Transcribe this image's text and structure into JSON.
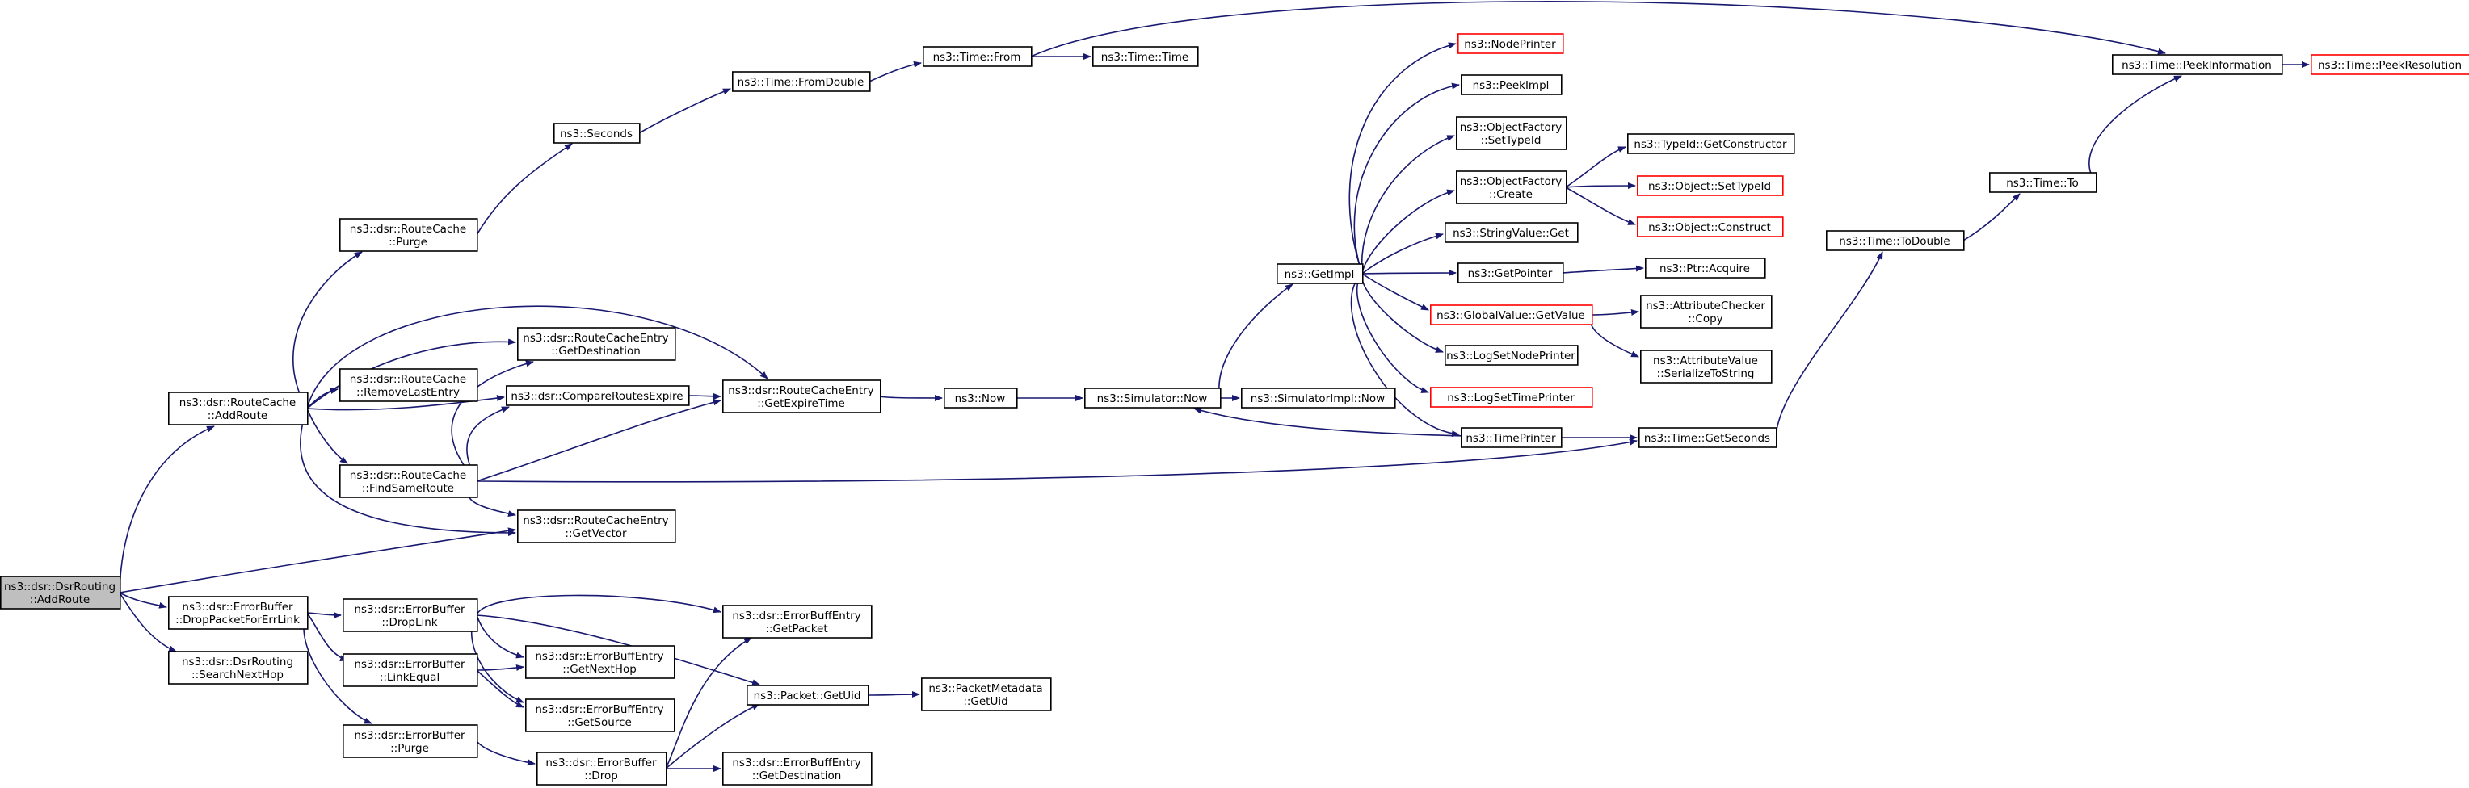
{
  "colors": {
    "edge": "#191970",
    "root_fill": "#bfbfbf",
    "truncated_border": "#ff0000",
    "node_border": "#000000"
  },
  "nodes": [
    {
      "id": "addroute_dsr",
      "lines": [
        "ns3::dsr::DsrRouting",
        "::AddRoute"
      ],
      "root": true
    },
    {
      "id": "rc_addroute",
      "lines": [
        "ns3::dsr::RouteCache",
        "::AddRoute"
      ]
    },
    {
      "id": "eb_dropforerr",
      "lines": [
        "ns3::dsr::ErrorBuffer",
        "::DropPacketForErrLink"
      ]
    },
    {
      "id": "searchnexthop",
      "lines": [
        "ns3::dsr::DsrRouting",
        "::SearchNextHop"
      ]
    },
    {
      "id": "rc_purge",
      "lines": [
        "ns3::dsr::RouteCache",
        "::Purge"
      ]
    },
    {
      "id": "rc_removelast",
      "lines": [
        "ns3::dsr::RouteCache",
        "::RemoveLastEntry"
      ]
    },
    {
      "id": "rc_findsame",
      "lines": [
        "ns3::dsr::RouteCache",
        "::FindSameRoute"
      ]
    },
    {
      "id": "rce_getdest",
      "lines": [
        "ns3::dsr::RouteCacheEntry",
        "::GetDestination"
      ]
    },
    {
      "id": "compare",
      "lines": [
        "ns3::dsr::CompareRoutesExpire"
      ]
    },
    {
      "id": "rce_getvector",
      "lines": [
        "ns3::dsr::RouteCacheEntry",
        "::GetVector"
      ]
    },
    {
      "id": "rce_getexpire",
      "lines": [
        "ns3::dsr::RouteCacheEntry",
        "::GetExpireTime"
      ]
    },
    {
      "id": "seconds",
      "lines": [
        "ns3::Seconds"
      ]
    },
    {
      "id": "fromdouble",
      "lines": [
        "ns3::Time::FromDouble"
      ]
    },
    {
      "id": "time_from",
      "lines": [
        "ns3::Time::From"
      ]
    },
    {
      "id": "time_time",
      "lines": [
        "ns3::Time::Time"
      ]
    },
    {
      "id": "now",
      "lines": [
        "ns3::Now"
      ]
    },
    {
      "id": "sim_now",
      "lines": [
        "ns3::Simulator::Now"
      ]
    },
    {
      "id": "simimpl_now",
      "lines": [
        "ns3::SimulatorImpl::Now"
      ]
    },
    {
      "id": "getimpl",
      "lines": [
        "ns3::GetImpl"
      ]
    },
    {
      "id": "nodeprinter",
      "lines": [
        "ns3::NodePrinter"
      ],
      "truncated": true
    },
    {
      "id": "peekimpl",
      "lines": [
        "ns3::PeekImpl"
      ]
    },
    {
      "id": "of_settypeid",
      "lines": [
        "ns3::ObjectFactory",
        "::SetTypeId"
      ]
    },
    {
      "id": "of_create",
      "lines": [
        "ns3::ObjectFactory",
        "::Create"
      ]
    },
    {
      "id": "stringvalue_get",
      "lines": [
        "ns3::StringValue::Get"
      ]
    },
    {
      "id": "getpointer",
      "lines": [
        "ns3::GetPointer"
      ]
    },
    {
      "id": "globalvalue",
      "lines": [
        "ns3::GlobalValue::GetValue"
      ],
      "truncated": true
    },
    {
      "id": "logsetnode",
      "lines": [
        "ns3::LogSetNodePrinter"
      ]
    },
    {
      "id": "logsettime",
      "lines": [
        "ns3::LogSetTimePrinter"
      ],
      "truncated": true
    },
    {
      "id": "timeprinter",
      "lines": [
        "ns3::TimePrinter"
      ]
    },
    {
      "id": "typeid_getctor",
      "lines": [
        "ns3::TypeId::GetConstructor"
      ]
    },
    {
      "id": "object_settypeid",
      "lines": [
        "ns3::Object::SetTypeId"
      ],
      "truncated": true
    },
    {
      "id": "object_construct",
      "lines": [
        "ns3::Object::Construct"
      ],
      "truncated": true
    },
    {
      "id": "ptr_acquire",
      "lines": [
        "ns3::Ptr::Acquire"
      ]
    },
    {
      "id": "attrchecker_copy",
      "lines": [
        "ns3::AttributeChecker",
        "::Copy"
      ]
    },
    {
      "id": "attrvalue_ser",
      "lines": [
        "ns3::AttributeValue",
        "::SerializeToString"
      ]
    },
    {
      "id": "time_getseconds",
      "lines": [
        "ns3::Time::GetSeconds"
      ]
    },
    {
      "id": "time_todouble",
      "lines": [
        "ns3::Time::ToDouble"
      ]
    },
    {
      "id": "time_to",
      "lines": [
        "ns3::Time::To"
      ]
    },
    {
      "id": "peekinfo",
      "lines": [
        "ns3::Time::PeekInformation"
      ]
    },
    {
      "id": "peekres",
      "lines": [
        "ns3::Time::PeekResolution"
      ],
      "truncated": true
    },
    {
      "id": "eb_droplink",
      "lines": [
        "ns3::dsr::ErrorBuffer",
        "::DropLink"
      ]
    },
    {
      "id": "eb_linkequal",
      "lines": [
        "ns3::dsr::ErrorBuffer",
        "::LinkEqual"
      ]
    },
    {
      "id": "eb_purge",
      "lines": [
        "ns3::dsr::ErrorBuffer",
        "::Purge"
      ]
    },
    {
      "id": "ebe_getpacket",
      "lines": [
        "ns3::dsr::ErrorBuffEntry",
        "::GetPacket"
      ]
    },
    {
      "id": "ebe_getnexthop",
      "lines": [
        "ns3::dsr::ErrorBuffEntry",
        "::GetNextHop"
      ]
    },
    {
      "id": "ebe_getsource",
      "lines": [
        "ns3::dsr::ErrorBuffEntry",
        "::GetSource"
      ]
    },
    {
      "id": "packet_getuid",
      "lines": [
        "ns3::Packet::GetUid"
      ]
    },
    {
      "id": "pktmeta_getuid",
      "lines": [
        "ns3::PacketMetadata",
        "::GetUid"
      ]
    },
    {
      "id": "eb_drop",
      "lines": [
        "ns3::dsr::ErrorBuffer",
        "::Drop"
      ]
    },
    {
      "id": "ebe_getdest",
      "lines": [
        "ns3::dsr::ErrorBuffEntry",
        "::GetDestination"
      ]
    }
  ]
}
